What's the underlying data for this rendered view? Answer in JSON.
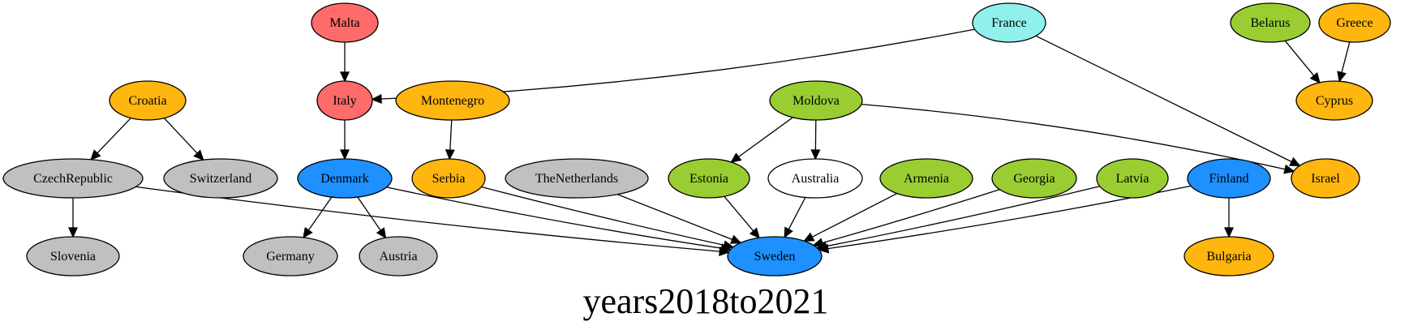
{
  "caption": "years2018to2021",
  "colors": {
    "red": "#ff6b6b",
    "cyan": "#8ff0ec",
    "green": "#9acd32",
    "orange": "#ffb60f",
    "gray": "#c0c0c0",
    "blue": "#1e90ff",
    "white": "#ffffff"
  },
  "nodes": [
    {
      "id": "malta",
      "label": "Malta",
      "color": "red"
    },
    {
      "id": "france",
      "label": "France",
      "color": "cyan"
    },
    {
      "id": "belarus",
      "label": "Belarus",
      "color": "green"
    },
    {
      "id": "greece",
      "label": "Greece",
      "color": "orange"
    },
    {
      "id": "croatia",
      "label": "Croatia",
      "color": "orange"
    },
    {
      "id": "italy",
      "label": "Italy",
      "color": "red"
    },
    {
      "id": "montenegro",
      "label": "Montenegro",
      "color": "orange"
    },
    {
      "id": "moldova",
      "label": "Moldova",
      "color": "green"
    },
    {
      "id": "cyprus",
      "label": "Cyprus",
      "color": "orange"
    },
    {
      "id": "czechrepublic",
      "label": "CzechRepublic",
      "color": "gray"
    },
    {
      "id": "switzerland",
      "label": "Switzerland",
      "color": "gray"
    },
    {
      "id": "denmark",
      "label": "Denmark",
      "color": "blue"
    },
    {
      "id": "serbia",
      "label": "Serbia",
      "color": "orange"
    },
    {
      "id": "thenetherlands",
      "label": "TheNetherlands",
      "color": "gray"
    },
    {
      "id": "estonia",
      "label": "Estonia",
      "color": "green"
    },
    {
      "id": "australia",
      "label": "Australia",
      "color": "white"
    },
    {
      "id": "armenia",
      "label": "Armenia",
      "color": "green"
    },
    {
      "id": "georgia",
      "label": "Georgia",
      "color": "green"
    },
    {
      "id": "latvia",
      "label": "Latvia",
      "color": "green"
    },
    {
      "id": "finland",
      "label": "Finland",
      "color": "blue"
    },
    {
      "id": "israel",
      "label": "Israel",
      "color": "orange"
    },
    {
      "id": "slovenia",
      "label": "Slovenia",
      "color": "gray"
    },
    {
      "id": "germany",
      "label": "Germany",
      "color": "gray"
    },
    {
      "id": "austria",
      "label": "Austria",
      "color": "gray"
    },
    {
      "id": "sweden",
      "label": "Sweden",
      "color": "blue"
    },
    {
      "id": "bulgaria",
      "label": "Bulgaria",
      "color": "orange"
    }
  ],
  "edges": [
    {
      "from": "malta",
      "to": "italy"
    },
    {
      "from": "france",
      "to": "italy"
    },
    {
      "from": "france",
      "to": "israel"
    },
    {
      "from": "belarus",
      "to": "cyprus"
    },
    {
      "from": "greece",
      "to": "cyprus"
    },
    {
      "from": "croatia",
      "to": "czechrepublic"
    },
    {
      "from": "croatia",
      "to": "switzerland"
    },
    {
      "from": "italy",
      "to": "denmark"
    },
    {
      "from": "montenegro",
      "to": "serbia"
    },
    {
      "from": "moldova",
      "to": "estonia"
    },
    {
      "from": "moldova",
      "to": "australia"
    },
    {
      "from": "moldova",
      "to": "israel"
    },
    {
      "from": "czechrepublic",
      "to": "slovenia"
    },
    {
      "from": "czechrepublic",
      "to": "sweden"
    },
    {
      "from": "denmark",
      "to": "germany"
    },
    {
      "from": "denmark",
      "to": "austria"
    },
    {
      "from": "denmark",
      "to": "sweden"
    },
    {
      "from": "serbia",
      "to": "sweden"
    },
    {
      "from": "thenetherlands",
      "to": "sweden"
    },
    {
      "from": "estonia",
      "to": "sweden"
    },
    {
      "from": "australia",
      "to": "sweden"
    },
    {
      "from": "armenia",
      "to": "sweden"
    },
    {
      "from": "georgia",
      "to": "sweden"
    },
    {
      "from": "latvia",
      "to": "sweden"
    },
    {
      "from": "finland",
      "to": "sweden"
    },
    {
      "from": "finland",
      "to": "bulgaria"
    }
  ]
}
